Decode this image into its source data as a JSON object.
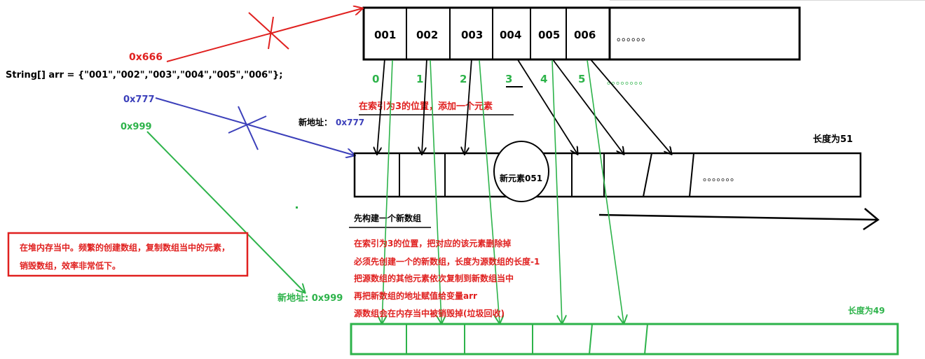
{
  "code": {
    "declaration": "String[] arr = {\"001\",\"002\",\"003\",\"004\",\"005\",\"006\"};"
  },
  "addresses": {
    "red": "0x666",
    "blue": "0x777",
    "green": "0x999"
  },
  "top_array": {
    "cells": [
      "001",
      "002",
      "003",
      "004",
      "005",
      "006"
    ],
    "ellipsis": "。。。。。。",
    "indices": [
      "0",
      "1",
      "2",
      "3",
      "4",
      "5"
    ],
    "indices_ellipsis": "。。。。。。。。"
  },
  "middle_array": {
    "instruction": "在索引为3的位置，添加一个元素",
    "new_address_label": "新地址：",
    "new_address_value": "0x777",
    "length_label": "长度为51",
    "new_element": "新元素051",
    "ellipsis": "。。。。。。。",
    "build_label": "先构建一个新数组"
  },
  "delete_steps": [
    "在索引为3的位置，把对应的该元素删除掉",
    "必须先创建一个的新数组，长度为源数组的长度-1",
    "把源数组的其他元素依次复制到新数组当中",
    "再把新数组的地址赋值给变量arr",
    "源数组会在内存当中被销毁掉(垃圾回收)"
  ],
  "note_box": {
    "line1": "在堆内存当中。频繁的创建数组，复制数组当中的元素，",
    "line2": "销毁数组，效率非常低下。"
  },
  "bottom_array": {
    "new_address": "新地址: 0x999",
    "length_label": "长度为49"
  },
  "colors": {
    "red": "#e0201f",
    "blue": "#3b3fba",
    "green": "#2db34a",
    "black": "#000000"
  }
}
